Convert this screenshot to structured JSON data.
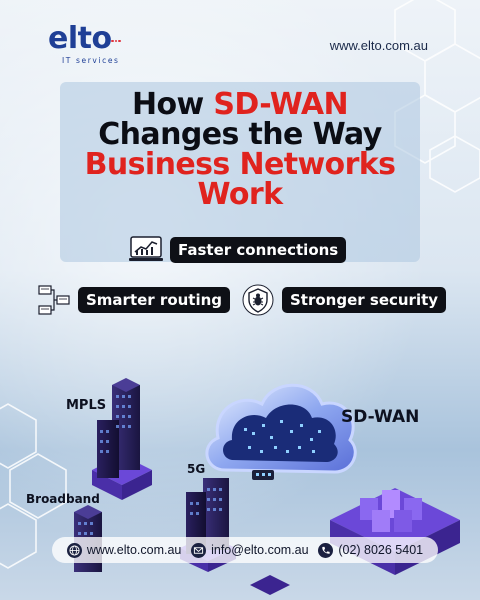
{
  "brand": {
    "logo_text": "elto",
    "logo_sub": "IT services",
    "website": "www.elto.com.au"
  },
  "title": {
    "line1_dark": "How ",
    "line1_red": "SD-WAN",
    "line2_dark": "Changes the Way",
    "line3_red": "Business Networks",
    "line4_red": "Work"
  },
  "features": [
    {
      "label": "Faster connections",
      "icon": "chart-monitor-icon"
    },
    {
      "label": "Smarter routing",
      "icon": "routing-diagram-icon"
    },
    {
      "label": "Stronger security",
      "icon": "shield-bug-icon"
    }
  ],
  "illustration": {
    "labels": [
      "MPLS",
      "5G",
      "Broadband",
      "SD-WAN"
    ]
  },
  "contact": {
    "web": "www.elto.com.au",
    "email": "info@elto.com.au",
    "phone": "(02) 8026 5401"
  },
  "colors": {
    "brand_blue": "#1f3f96",
    "accent_red": "#e0231e",
    "pill_black": "#0e1016",
    "building_purple": "#5b3fb0"
  }
}
